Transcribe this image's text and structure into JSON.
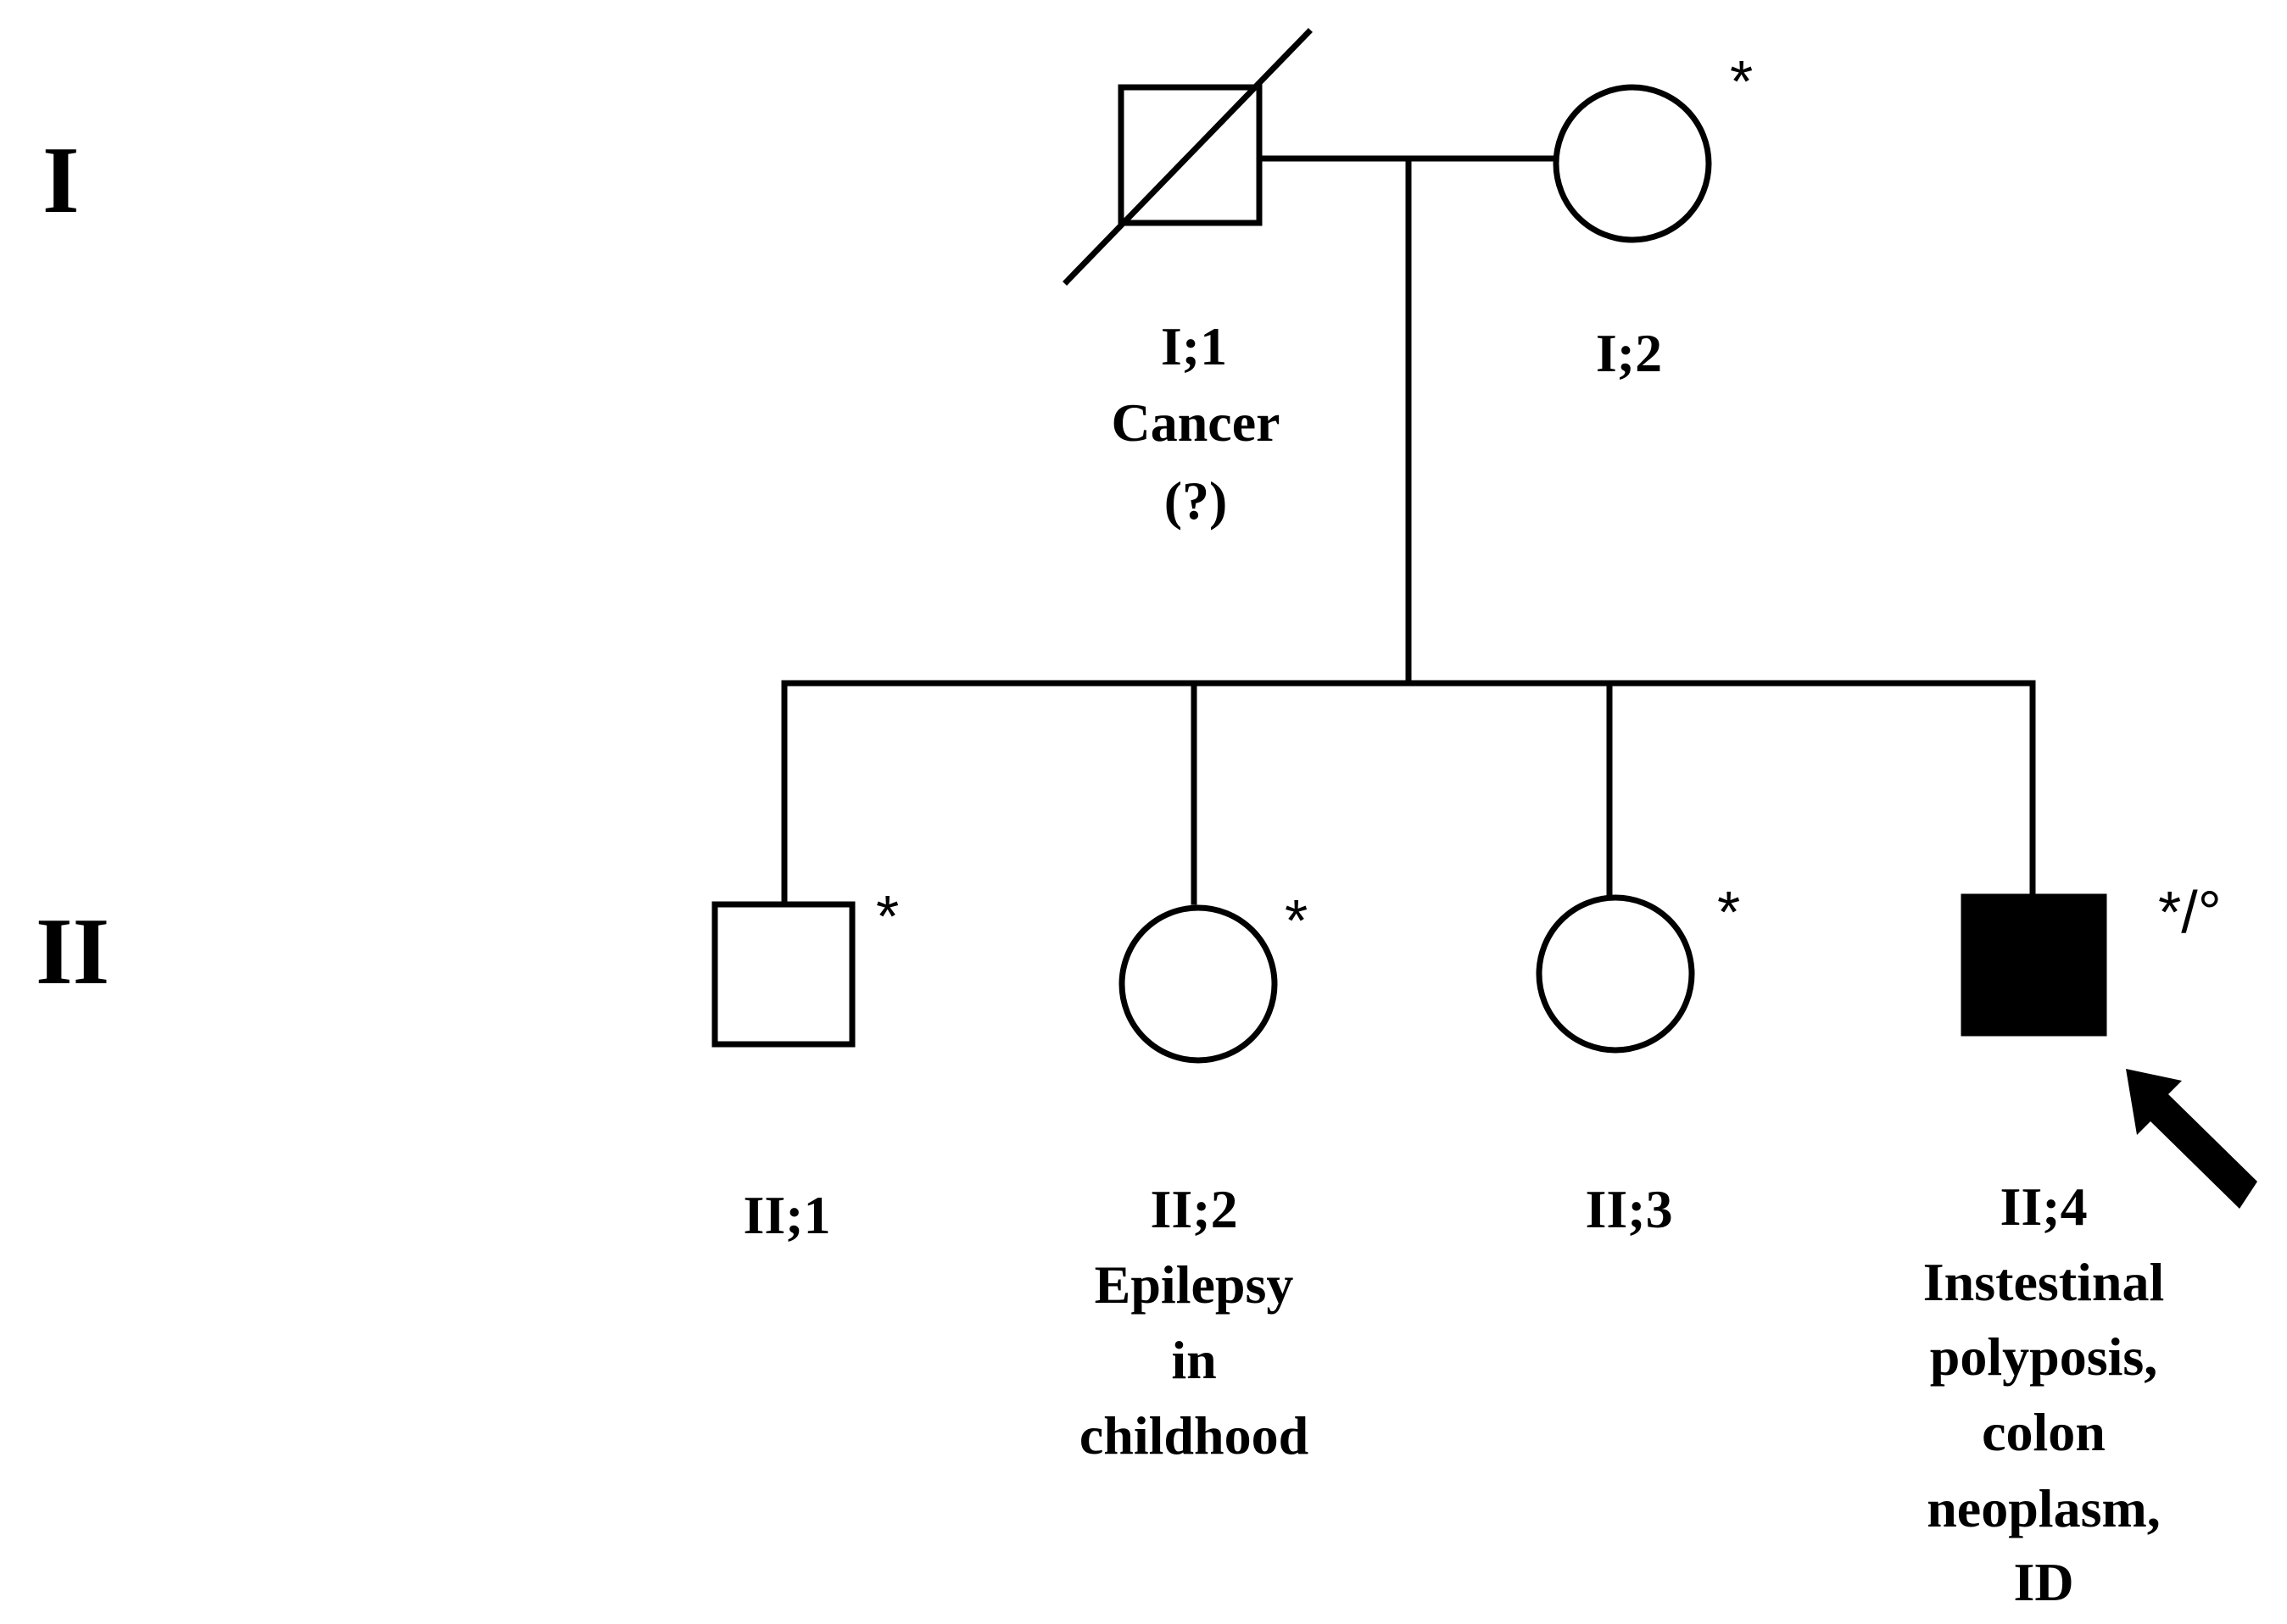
{
  "generations": [
    {
      "label": "I"
    },
    {
      "label": "II"
    }
  ],
  "individuals": [
    {
      "id": "I;1",
      "sex": "male",
      "affected": false,
      "deceased": true,
      "marker": "",
      "notes": [
        "Cancer",
        "(?)"
      ]
    },
    {
      "id": "I;2",
      "sex": "female",
      "affected": false,
      "deceased": false,
      "marker": "*",
      "notes": []
    },
    {
      "id": "II;1",
      "sex": "male",
      "affected": false,
      "deceased": false,
      "marker": "*",
      "notes": []
    },
    {
      "id": "II;2",
      "sex": "female",
      "affected": false,
      "deceased": false,
      "marker": "*",
      "notes": [
        "Epilepsy",
        "in",
        "childhood"
      ]
    },
    {
      "id": "II;3",
      "sex": "female",
      "affected": false,
      "deceased": false,
      "marker": "*",
      "notes": []
    },
    {
      "id": "II;4",
      "sex": "male",
      "affected": true,
      "deceased": false,
      "marker": "*/°",
      "proband": true,
      "notes": [
        "Instestinal",
        "polyposis,",
        "colon",
        "neoplasm,",
        "ID"
      ]
    }
  ],
  "colors": {
    "stroke": "#000000",
    "affected_fill": "#000000",
    "unaffected_fill": "#ffffff"
  }
}
